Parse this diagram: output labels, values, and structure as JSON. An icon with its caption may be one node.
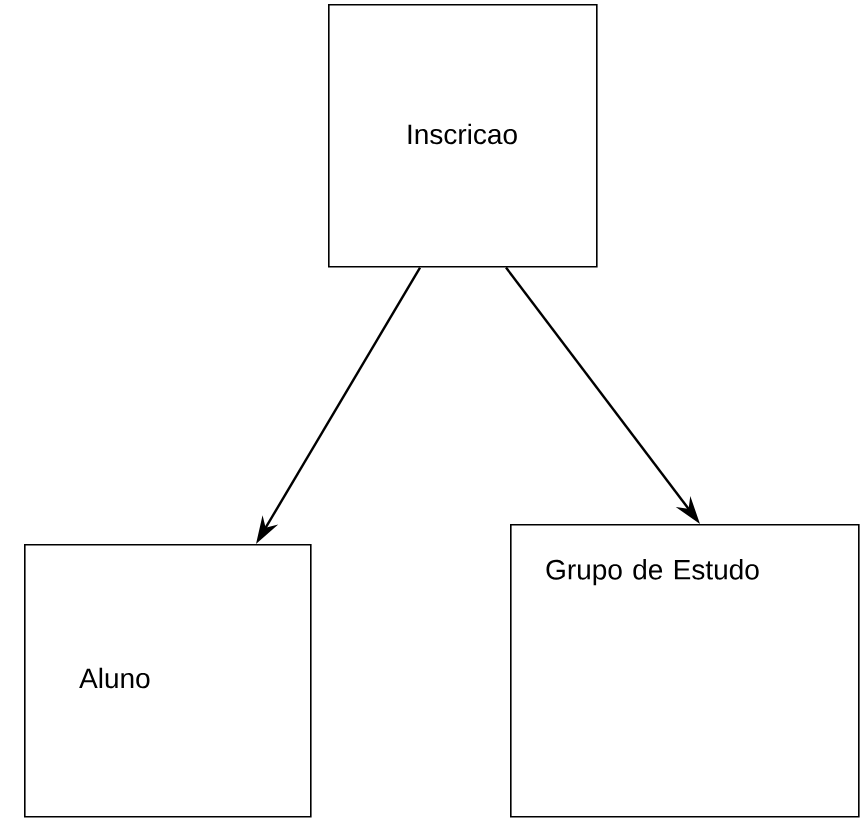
{
  "diagram": {
    "nodes": [
      {
        "text": [
          "Inscricao"
        ]
      },
      {
        "text": [
          "Aluno"
        ]
      },
      {
        "text": [
          "Grupo de Estudo"
        ]
      }
    ],
    "edges": [
      {
        "from": 0,
        "to": 1,
        "arrow": "to"
      },
      {
        "from": 0,
        "to": 2,
        "arrow": "to"
      }
    ]
  }
}
